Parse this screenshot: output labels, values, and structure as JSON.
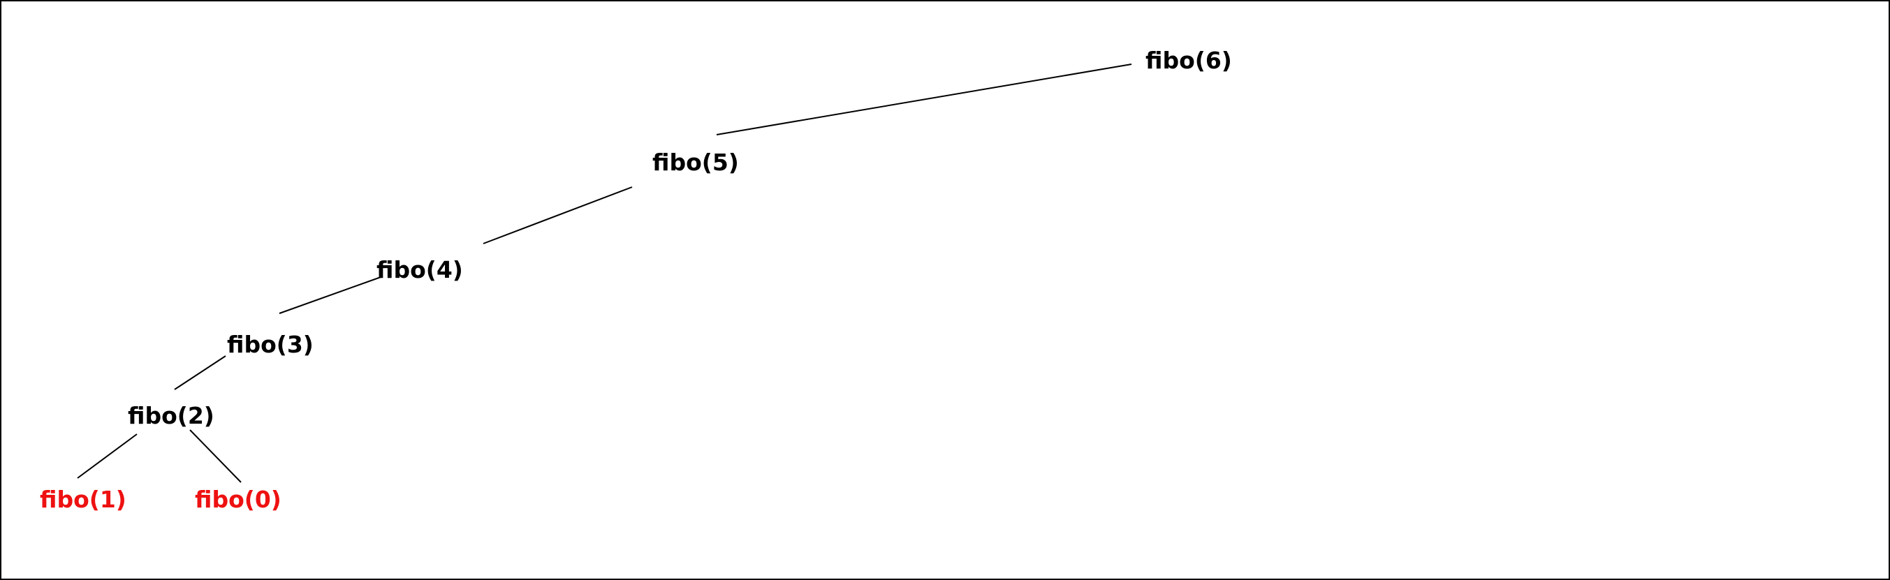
{
  "diagram": {
    "nodes": [
      {
        "id": "n6",
        "label": "fibo(6)",
        "leaf": false
      },
      {
        "id": "n5",
        "label": "fibo(5)",
        "leaf": false
      },
      {
        "id": "n4",
        "label": "fibo(4)",
        "leaf": false
      },
      {
        "id": "n3",
        "label": "fibo(3)",
        "leaf": false
      },
      {
        "id": "n2",
        "label": "fibo(2)",
        "leaf": false
      },
      {
        "id": "n1",
        "label": "fibo(1)",
        "leaf": true
      },
      {
        "id": "n0",
        "label": "fibo(0)",
        "leaf": true
      }
    ],
    "edges": [
      {
        "from": "n6",
        "to": "n5"
      },
      {
        "from": "n5",
        "to": "n4"
      },
      {
        "from": "n4",
        "to": "n3"
      },
      {
        "from": "n3",
        "to": "n2"
      },
      {
        "from": "n2",
        "to": "n1"
      },
      {
        "from": "n2",
        "to": "n0"
      }
    ],
    "colors": {
      "node_text": "#000000",
      "leaf_text": "#ee1111",
      "edge": "#000000"
    }
  }
}
